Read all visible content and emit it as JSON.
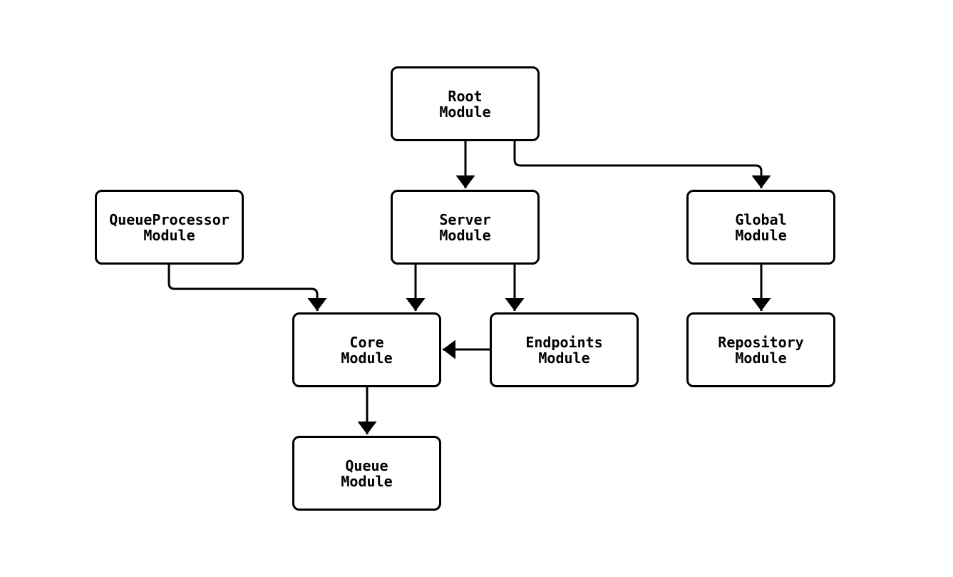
{
  "diagram": {
    "type": "module-dependency-flowchart",
    "background": "#ffffff"
  },
  "colors": {
    "edge_line": "#000000",
    "node_border": "#000000",
    "node_fill": "#ffffff",
    "text": "#000000"
  },
  "nodes": {
    "root": {
      "line1": "Root",
      "line2": "Module"
    },
    "queueprocessor": {
      "line1": "QueueProcessor",
      "line2": "Module"
    },
    "server": {
      "line1": "Server",
      "line2": "Module"
    },
    "global": {
      "line1": "Global",
      "line2": "Module"
    },
    "core": {
      "line1": "Core",
      "line2": "Module"
    },
    "endpoints": {
      "line1": "Endpoints",
      "line2": "Module"
    },
    "repository": {
      "line1": "Repository",
      "line2": "Module"
    },
    "queue": {
      "line1": "Queue",
      "line2": "Module"
    }
  },
  "edges": [
    {
      "from": "root",
      "to": "server"
    },
    {
      "from": "root",
      "to": "global"
    },
    {
      "from": "queueprocessor",
      "to": "core"
    },
    {
      "from": "server",
      "to": "core"
    },
    {
      "from": "server",
      "to": "endpoints"
    },
    {
      "from": "endpoints",
      "to": "core"
    },
    {
      "from": "core",
      "to": "queue"
    },
    {
      "from": "global",
      "to": "repository"
    }
  ]
}
